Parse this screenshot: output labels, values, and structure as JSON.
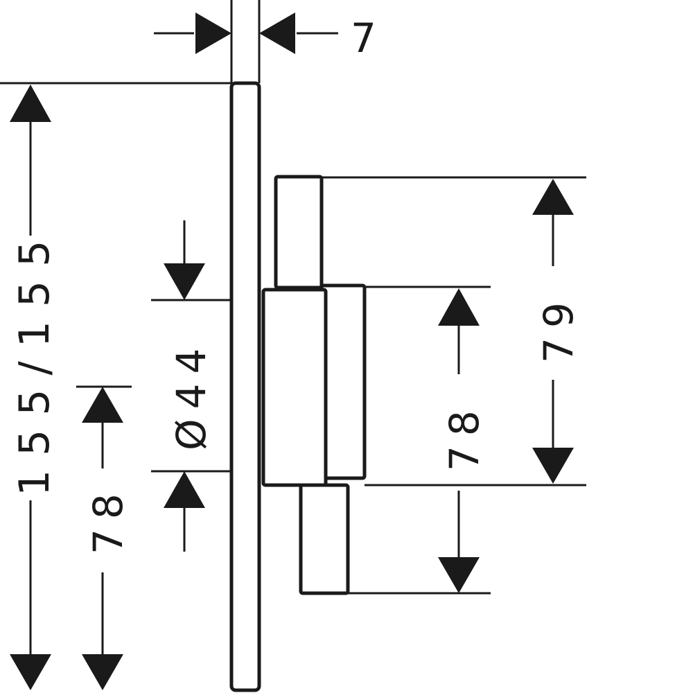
{
  "dimensions": {
    "thickness": "7",
    "height_total": "155/155",
    "half_height_left": "78",
    "diameter": "Ø44",
    "handle_height_outer": "79",
    "handle_height_inner": "78"
  },
  "colors": {
    "ink": "#1a1a1a",
    "paper": "#ffffff"
  }
}
